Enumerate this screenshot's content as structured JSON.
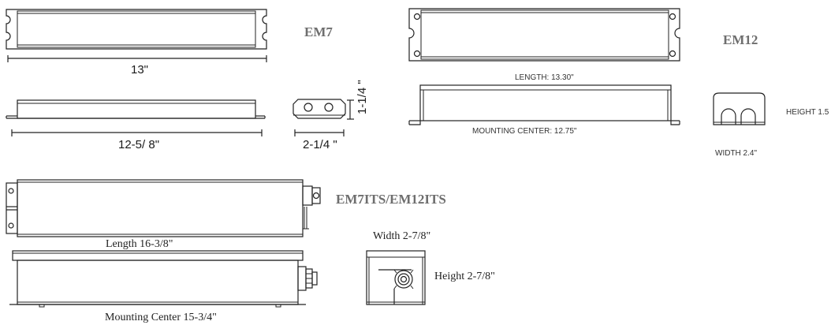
{
  "diagram": {
    "em7": {
      "model_label": "EM7",
      "length_label": "13\"",
      "mounting_label": "12-5/ 8\"",
      "height_label": "1-1/4 \"",
      "width_label": "2-1/4 \""
    },
    "em12": {
      "model_label": "EM12",
      "length_label": "LENGTH: 13.30\"",
      "mounting_label": "MOUNTING CENTER: 12.75\"",
      "height_label": "HEIGHT 1.5",
      "width_label": "WIDTH  2.4\""
    },
    "em7its": {
      "model_label": "EM7ITS/EM12ITS",
      "length_label": "Length 16-3/8\"",
      "mounting_label": "Mounting Center 15-3/4\"",
      "width_label": "Width 2-7/8\"",
      "height_label": "Height 2-7/8\""
    }
  }
}
